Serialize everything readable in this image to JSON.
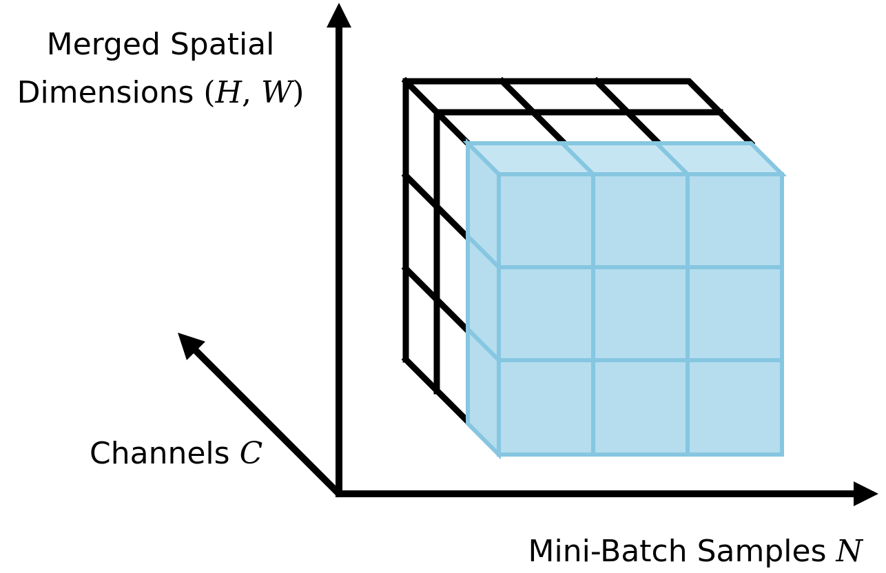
{
  "labels": {
    "y_axis_line1": "Merged Spatial",
    "y_axis_line2_prefix": "Dimensions ",
    "y_axis_open_paren": "(",
    "y_axis_var_h": "H",
    "y_axis_comma": ", ",
    "y_axis_var_w": "W",
    "y_axis_close_paren": ")",
    "z_axis_text": "Channels ",
    "z_axis_var": "C",
    "x_axis_text": "Mini-Batch Samples ",
    "x_axis_var": "N"
  },
  "colors": {
    "axis": "#000000",
    "grid_line": "#000000",
    "highlight_fill": "#b5ddee",
    "highlight_top_fill": "#c5e5f3",
    "highlight_stroke": "#86c6e0"
  },
  "cube": {
    "rows": 3,
    "columns": 3,
    "depth_layers": 3,
    "highlighted_layer": "front"
  }
}
